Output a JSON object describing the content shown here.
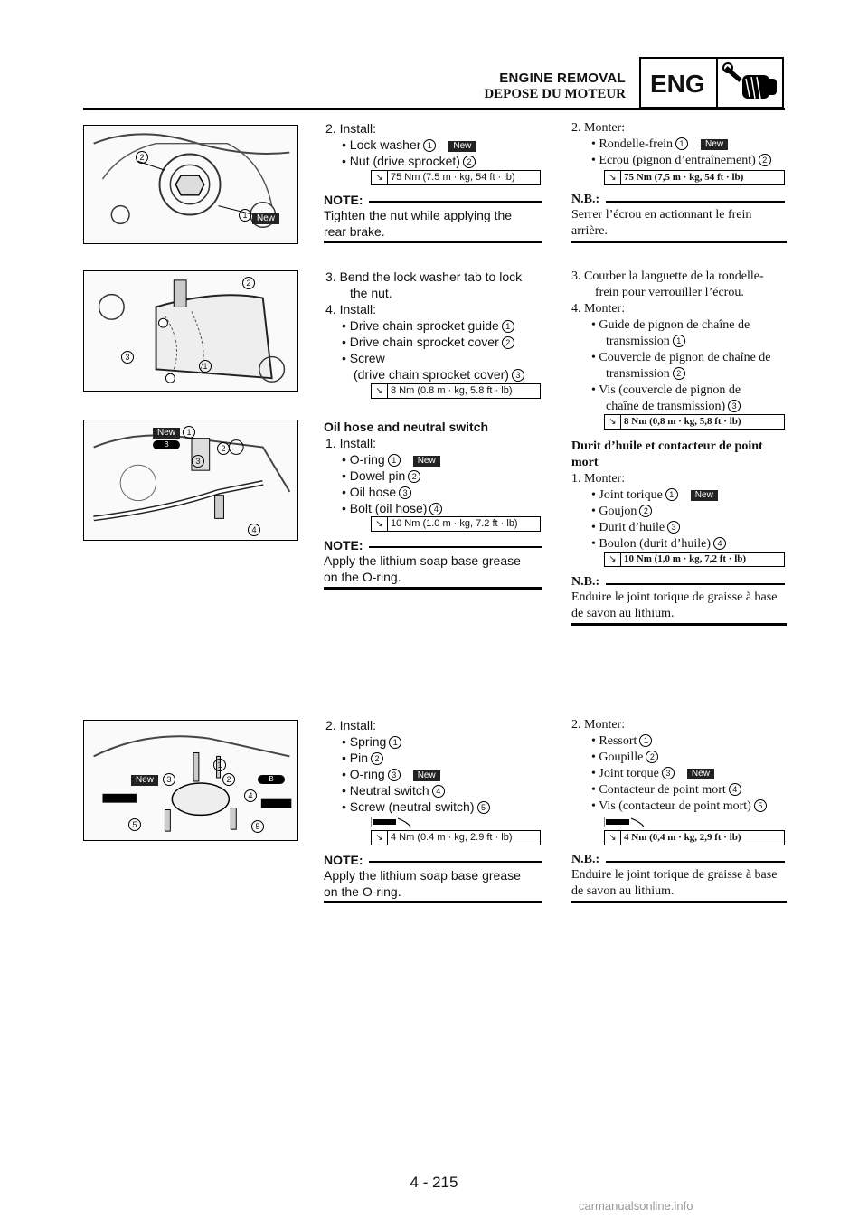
{
  "header": {
    "title": "ENGINE REMOVAL",
    "subtitle": "DEPOSE DU MOTEUR",
    "badge": "ENG"
  },
  "figures": {
    "f1_callouts": [
      "2",
      "1"
    ],
    "f1_new": "New",
    "f2_callouts": [
      "2",
      "3",
      "1"
    ],
    "f3_callouts": [
      "1",
      "2",
      "3",
      "4"
    ],
    "f3_new": "New",
    "f3_b": "B",
    "f4_callouts": [
      "1",
      "2",
      "3",
      "4",
      "5",
      "5"
    ],
    "f4_new": "New",
    "f4_b": "B"
  },
  "en": {
    "s1_step": "2.  Install:",
    "s1_i1": "Lock washer",
    "s1_i2": "Nut (drive sprocket)",
    "s1_torque": "75 Nm (7.5 m · kg, 54 ft · lb)",
    "s1_note": "NOTE:",
    "s1_note_l1": "Tighten the nut while applying the",
    "s1_note_l2": "rear brake.",
    "s2_l1": "3.  Bend the lock washer tab to lock",
    "s2_l2": "the nut.",
    "s2_l3": "4.  Install:",
    "s2_i1": "Drive chain sprocket guide",
    "s2_i2": "Drive chain sprocket cover",
    "s2_i3": "Screw",
    "s2_i3b": "(drive chain sprocket cover)",
    "s2_torque": "8 Nm (0.8 m · kg, 5.8 ft · lb)",
    "s3_title": "Oil hose and neutral switch",
    "s3_step": "1.  Install:",
    "s3_i1": "O-ring",
    "s3_i2": "Dowel pin",
    "s3_i3": "Oil hose",
    "s3_i4": "Bolt (oil hose)",
    "s3_torque": "10 Nm (1.0 m · kg, 7.2 ft · lb)",
    "s3_note": "NOTE:",
    "s3_note_l1": "Apply the lithium soap base grease",
    "s3_note_l2": "on the O-ring.",
    "s4_step": "2.  Install:",
    "s4_i1": "Spring",
    "s4_i2": "Pin",
    "s4_i3": "O-ring",
    "s4_i4": "Neutral switch",
    "s4_i5": "Screw (neutral switch)",
    "s4_torque": "4 Nm (0.4 m · kg, 2.9 ft · lb)",
    "s4_note": "NOTE:",
    "s4_note_l1": "Apply the lithium soap base grease",
    "s4_note_l2": "on the O-ring."
  },
  "fr": {
    "s1_step": "2.  Monter:",
    "s1_i1": "Rondelle-frein",
    "s1_i2": "Ecrou (pignon d’entraînement)",
    "s1_torque": "75 Nm (7,5 m · kg, 54 ft · lb)",
    "s1_note": "N.B.:",
    "s1_note_l1": "Serrer l’écrou en actionnant le frein",
    "s1_note_l2": "arrière.",
    "s2_l1": "3.  Courber la languette de la rondelle-",
    "s2_l2": "frein pour verrouiller l’écrou.",
    "s2_l3": "4.  Monter:",
    "s2_i1": "Guide de pignon de chaîne de",
    "s2_i1b": "transmission",
    "s2_i2": "Couvercle de pignon de chaîne de",
    "s2_i2b": "transmission",
    "s2_i3": "Vis (couvercle de pignon de",
    "s2_i3b": "chaîne de transmission)",
    "s2_torque": "8 Nm (0,8 m · kg, 5,8 ft · lb)",
    "s3_title1": "Durit d’huile et contacteur de point",
    "s3_title2": "mort",
    "s3_step": "1.  Monter:",
    "s3_i1": "Joint torique",
    "s3_i2": "Goujon",
    "s3_i3": "Durit d’huile",
    "s3_i4": "Boulon (durit d’huile)",
    "s3_torque": "10 Nm (1,0 m · kg, 7,2 ft · lb)",
    "s3_note": "N.B.:",
    "s3_note_l1": "Enduire le joint torique de graisse à base",
    "s3_note_l2": "de savon au lithium.",
    "s4_step": "2.  Monter:",
    "s4_i1": "Ressort",
    "s4_i2": "Goupille",
    "s4_i3": "Joint torque",
    "s4_i4": "Contacteur de point mort",
    "s4_i5": "Vis (contacteur de point mort)",
    "s4_torque": "4 Nm (0,4 m · kg, 2,9 ft · lb)",
    "s4_note": "N.B.:",
    "s4_note_l1": "Enduire le joint torique de graisse à base",
    "s4_note_l2": "de savon au lithium."
  },
  "labels": {
    "new": "New",
    "n1": "1",
    "n2": "2",
    "n3": "3",
    "n4": "4",
    "n5": "5"
  },
  "footer": {
    "page": "4 - 215",
    "watermark": "carmanualsonline.info"
  }
}
